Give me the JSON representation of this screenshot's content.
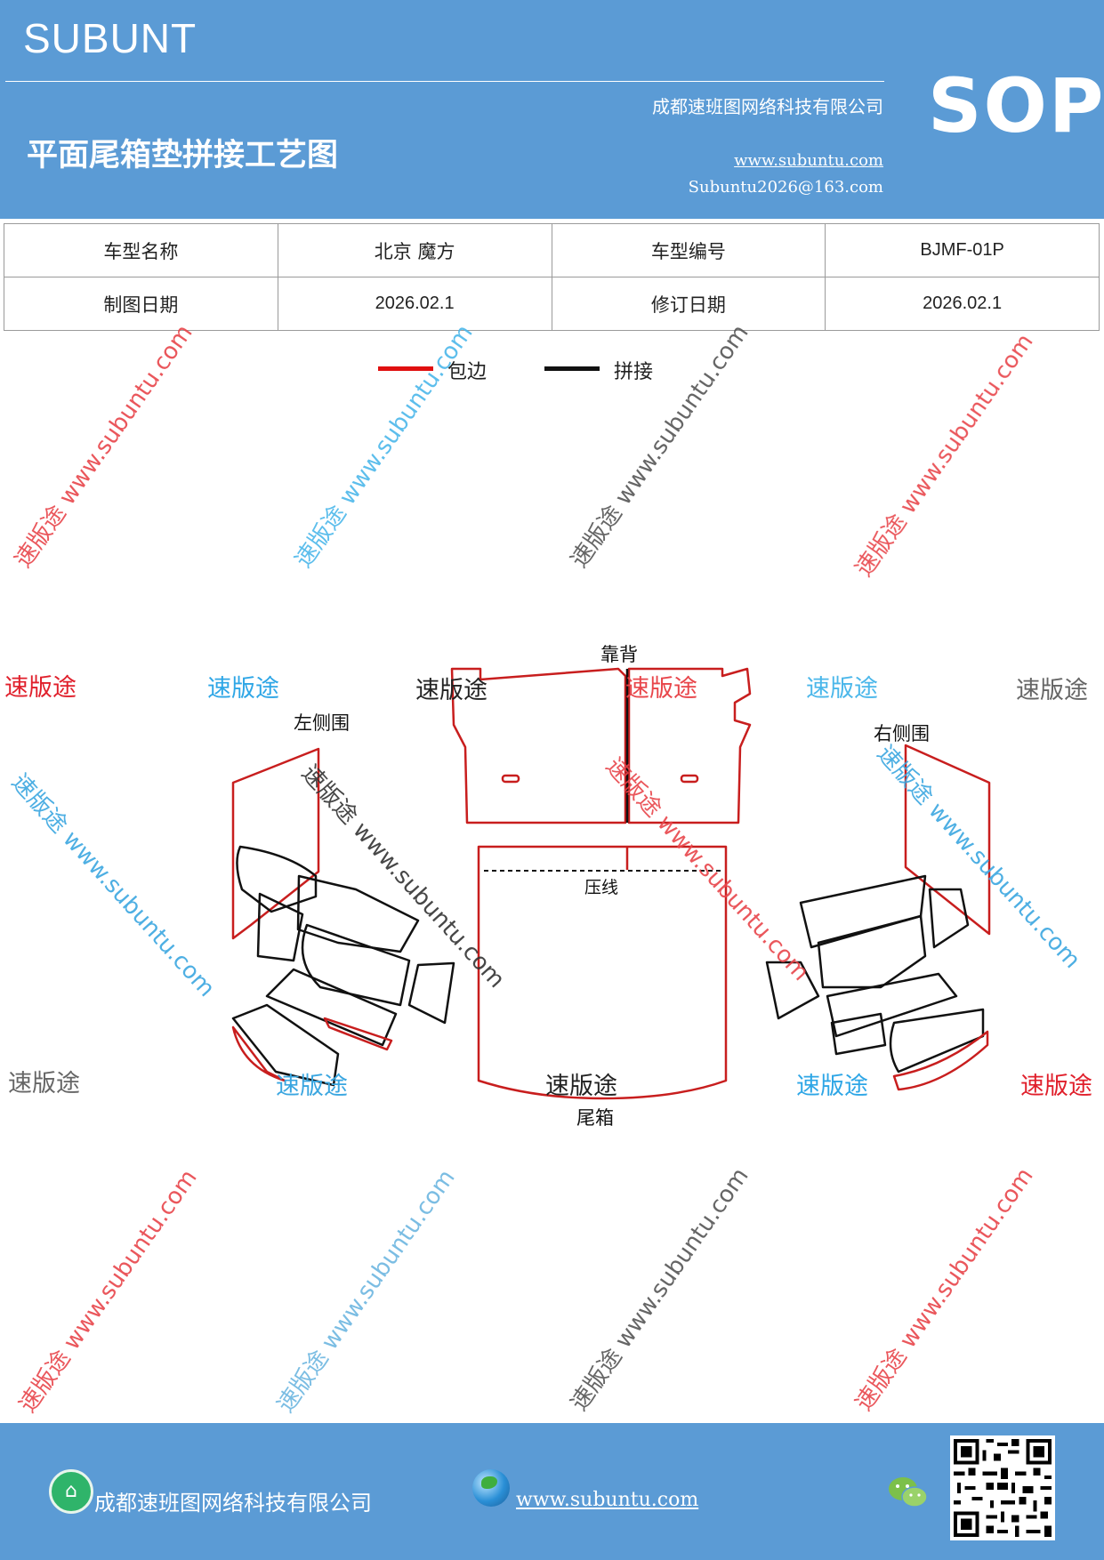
{
  "header": {
    "brand": "SUBUNT",
    "title": "平面尾箱垫拼接工艺图",
    "company": "成都速班图网络科技有限公司",
    "website": "www.subuntu.com",
    "email": "Subuntu2026@163.com",
    "sop": "SOP"
  },
  "info": {
    "row1": [
      "车型名称",
      "北京 魔方",
      "车型编号",
      "BJMF-01P"
    ],
    "row2": [
      "制图日期",
      "2026.02.1",
      "修订日期",
      "2026.02.1"
    ]
  },
  "legend": {
    "edge_label": "包边",
    "edge_color": "#e01010",
    "join_label": "拼接",
    "join_color": "#111111"
  },
  "parts": {
    "back": "靠背",
    "left_side": "左侧围",
    "right_side": "右侧围",
    "press_line": "压线",
    "trunk": "尾箱"
  },
  "watermarks": {
    "brand": "速版途",
    "diagonal": "速版途 www.subuntu.com"
  },
  "footer": {
    "company": "成都速班图网络科技有限公司",
    "website": "www.subuntu.com"
  },
  "colors": {
    "header_bg": "#5b9bd5",
    "wm_red": "#e8454a",
    "wm_blue": "#3aa6e0",
    "wm_gray": "#707070"
  }
}
